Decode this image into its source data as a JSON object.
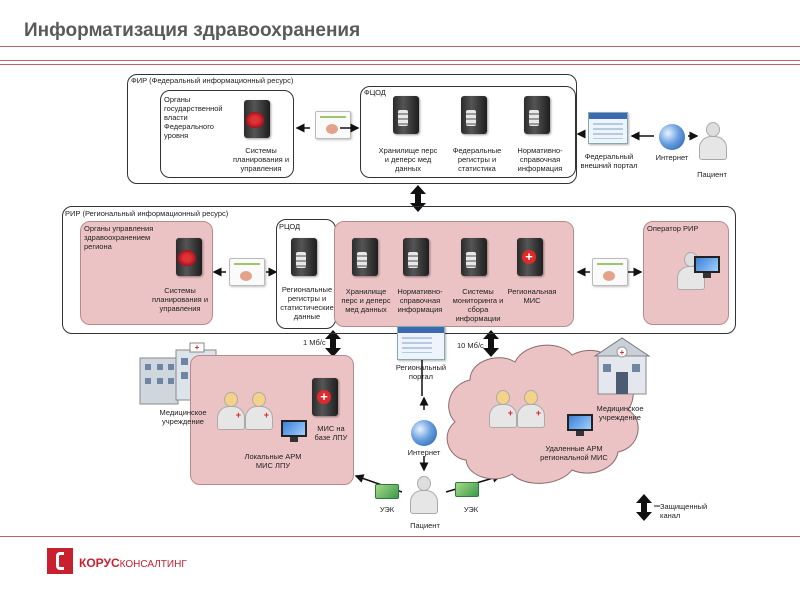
{
  "title": "Информатизация здравоохранения",
  "fir": {
    "group_title": "ФИР (Федеральный информационный ресурс)",
    "organs": "Органы государственной власти Федерального уровня",
    "planning": "Системы планирования и управления",
    "fcod": {
      "title": "ФЦОД",
      "storage": "Хранилище перс и деперс мед данных",
      "registries": "Федеральные регистры и статистика",
      "reference": "Нормативно-справочная информация"
    },
    "portal": "Федеральный внешний портал",
    "internet": "Интернет",
    "patient": "Пациент"
  },
  "rir": {
    "group_title": "РИР (Региональный информационный ресурс)",
    "organs": "Органы управления здравоохранением региона",
    "planning": "Системы планирования и управления",
    "rcod": {
      "title": "РЦОД",
      "registries": "Региональные регистры и статистические данные",
      "storage": "Хранилище перс и деперс мед данных",
      "reference": "Нормативно-справочная информация",
      "monitoring": "Системы мониторинга и сбора информации",
      "regional_mis": "Региональная МИС"
    },
    "operator": "Оператор РИР"
  },
  "lower": {
    "speed_1": "1 Мб/с",
    "speed_10": "10 Мб/с",
    "regional_portal": "Региональный портал",
    "med_institution_left": "Медицинское учреждение",
    "mis_lpu": "МИС на базе ЛПУ",
    "local_arm": "Локальные АРМ МИС ЛПУ",
    "internet": "Интернет",
    "med_institution_right": "Медицинское учреждение",
    "remote_arm": "Удаленные АРМ региональной МИС",
    "uek_left": "УЭК",
    "uek_right": "УЭК",
    "patient": "Пациент",
    "protected_channel": "Защищенный канал"
  },
  "footer": {
    "logo_bold": "КОРУС",
    "logo_light": "КОНСАЛТИНГ"
  },
  "colors": {
    "accent_line": "#c0616a",
    "pink_fill": "#ecc3c5",
    "logo_red": "#c8202f"
  }
}
